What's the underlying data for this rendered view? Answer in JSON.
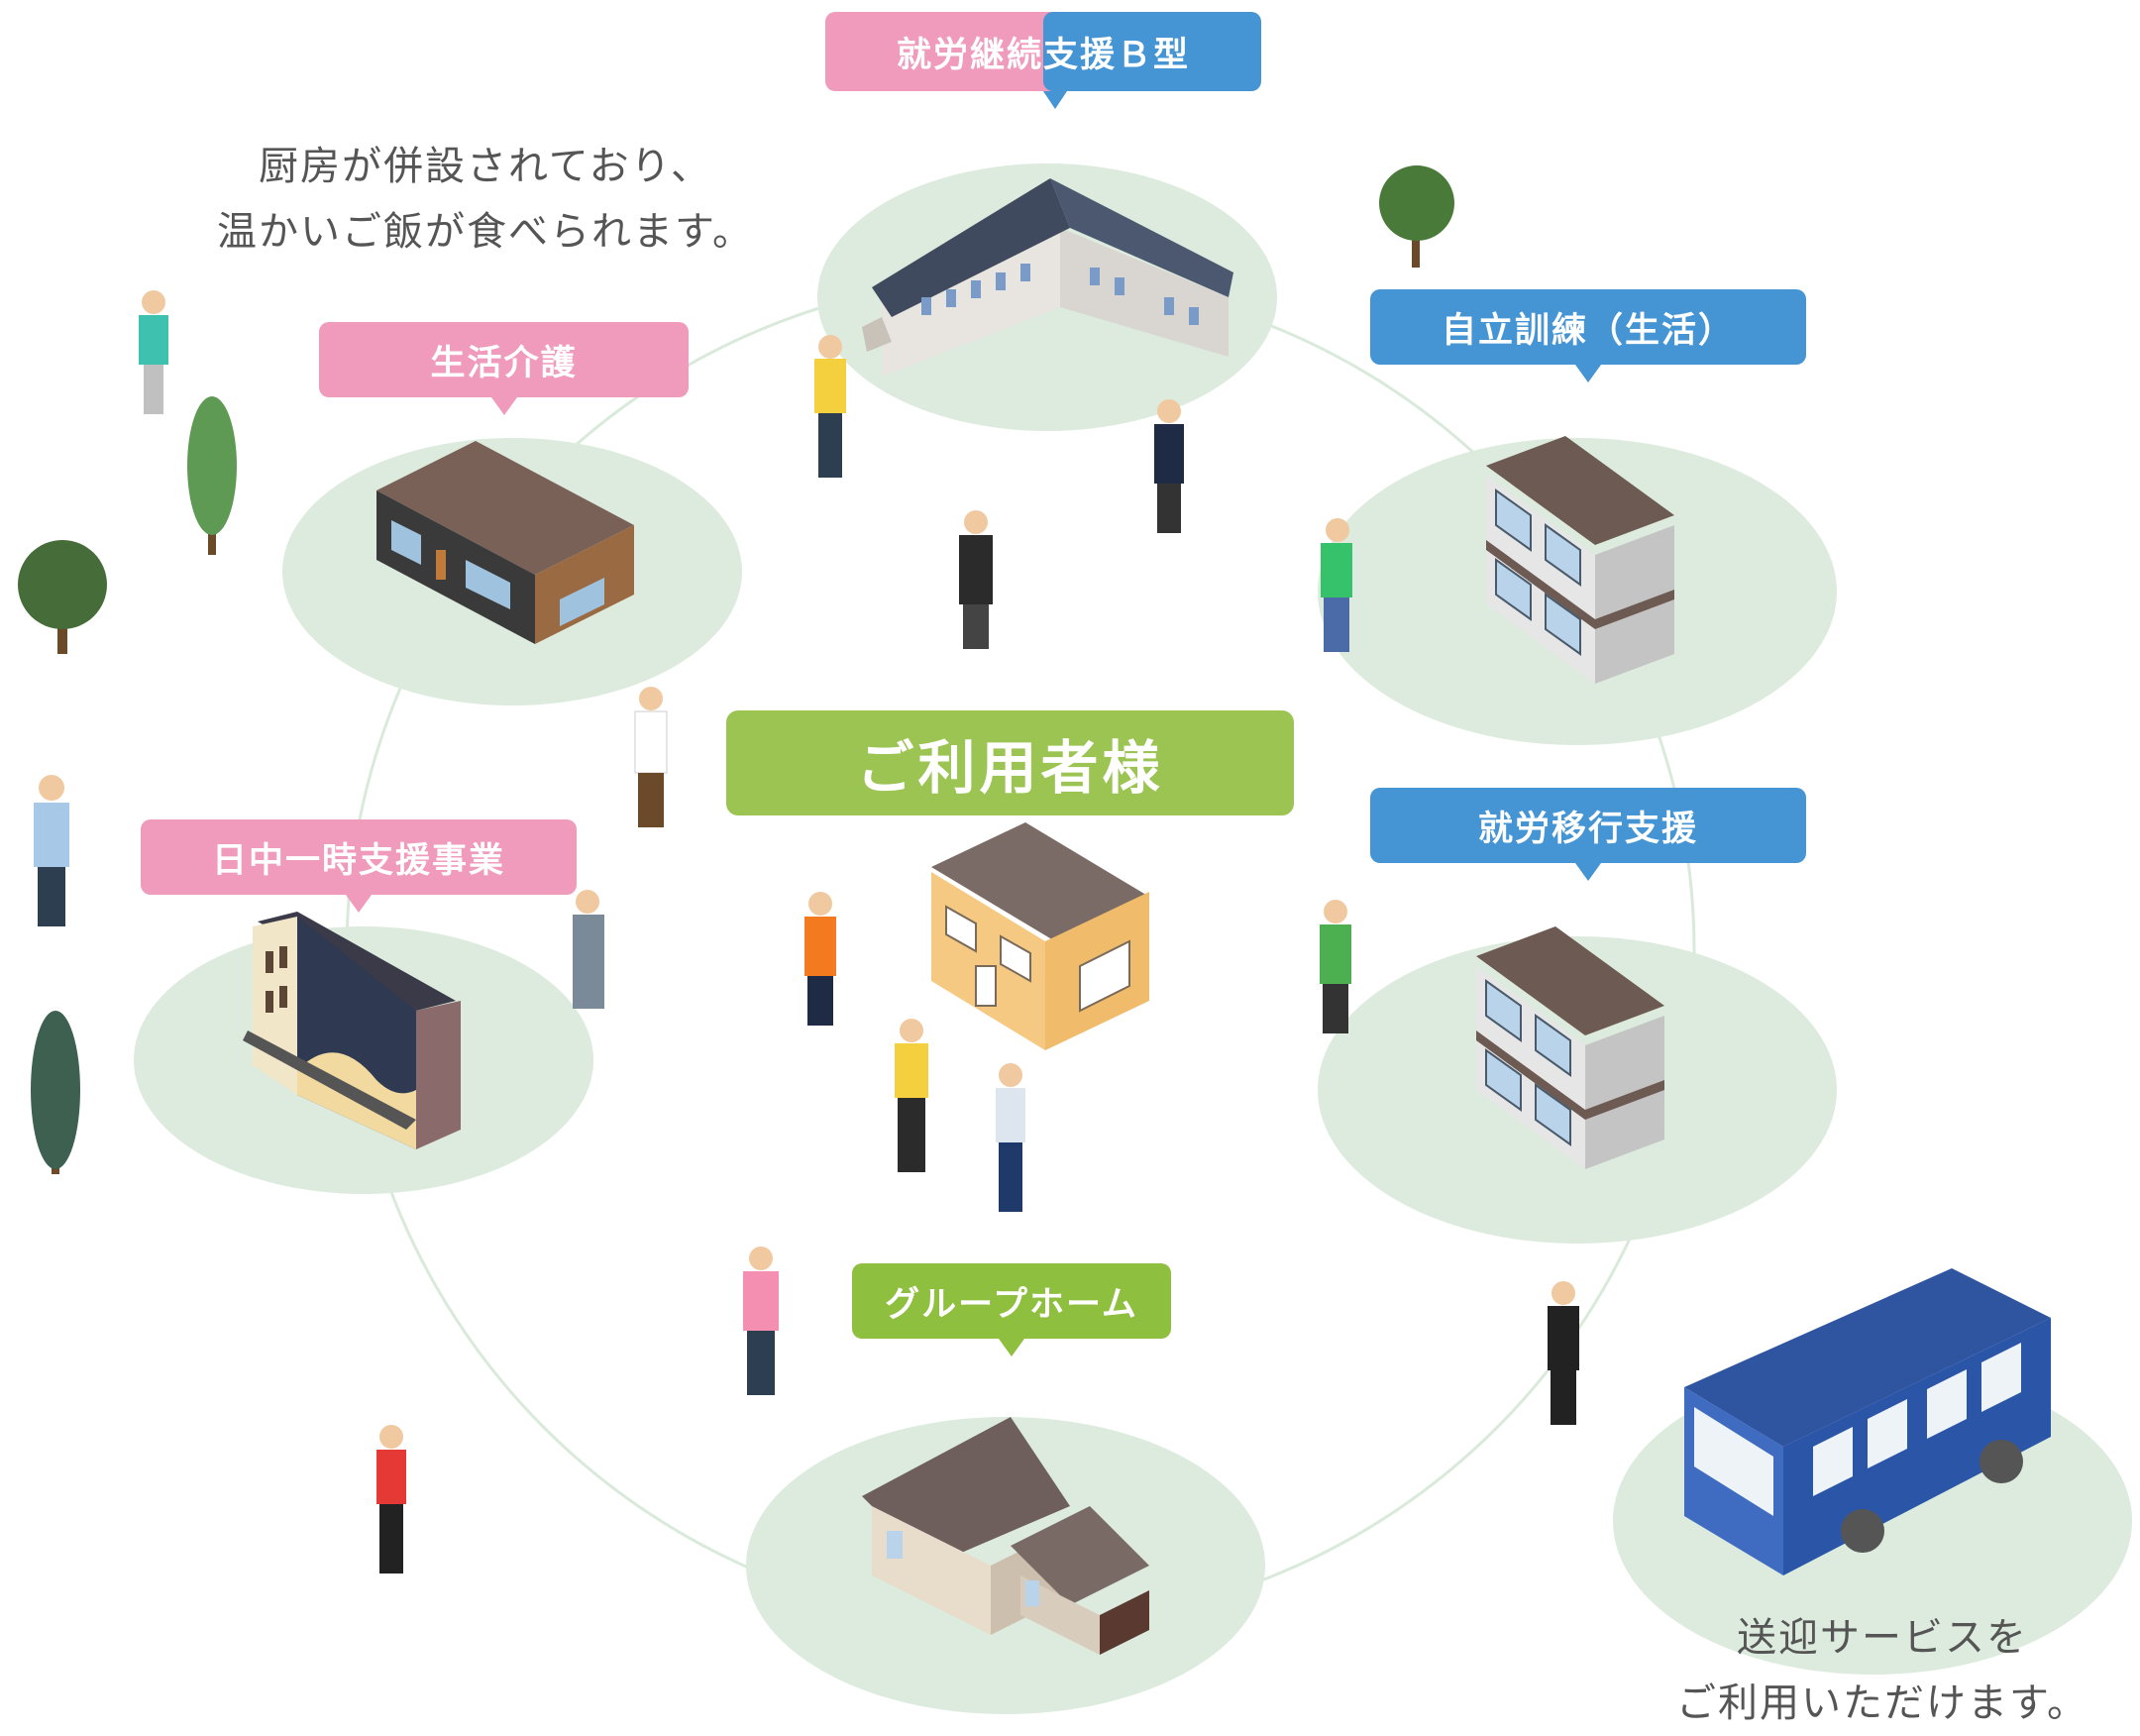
{
  "center": {
    "label": "ご利用者様"
  },
  "labels": {
    "b_type": "就労継続支援Ｂ型",
    "seikatsu_kaigo": "生活介護",
    "jiritsu_kunren": "自立訓練（生活）",
    "nicchu": "日中一時支援事業",
    "shuro_ikou": "就労移行支援",
    "group_home": "グループホーム"
  },
  "notes": {
    "kitchen_line1": "厨房が併設されており、",
    "kitchen_line2": "温かいご飯が食べられます。",
    "bus_line1": "送迎サービスを",
    "bus_line2": "ご利用いただけます。"
  },
  "colors": {
    "pink": "#f09bbb",
    "blue": "#4594d3",
    "green": "#8fbf3f",
    "center_green": "#9bc453",
    "circle_fill": "#dcebdd",
    "ring": "#d9eadb"
  }
}
